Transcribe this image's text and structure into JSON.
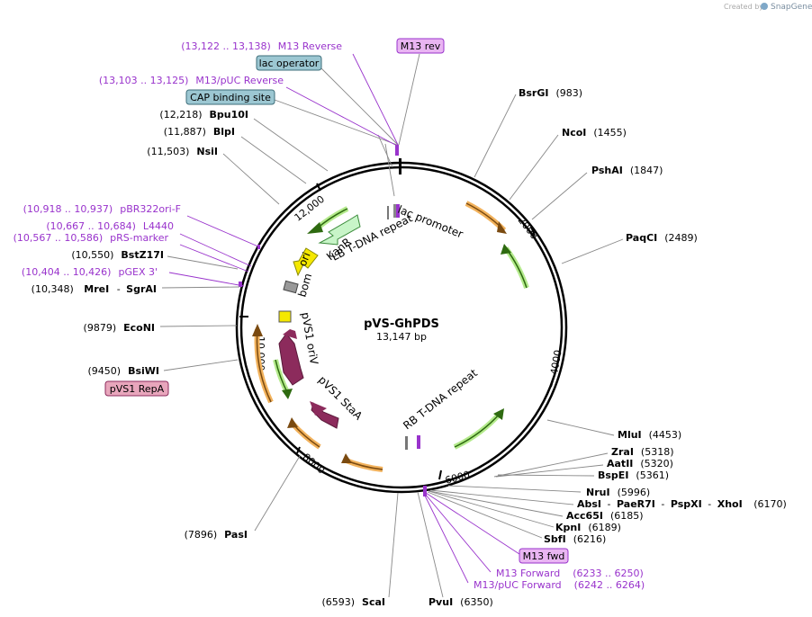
{
  "watermark": {
    "prefix": "Created by",
    "brand": "SnapGene"
  },
  "plasmid": {
    "name": "pVS-GhPDS",
    "length_label": "13,147 bp",
    "length_bp": 13147
  },
  "ticks": [
    {
      "bp": 2000,
      "label": "2000"
    },
    {
      "bp": 4000,
      "label": "4000"
    },
    {
      "bp": 6000,
      "label": "6000"
    },
    {
      "bp": 8000,
      "label": "8000"
    },
    {
      "bp": 10000,
      "label": "10,000"
    },
    {
      "bp": 12000,
      "label": "12,000"
    }
  ],
  "enzymes_right": [
    {
      "name": "BsrGI",
      "pos": "(983)"
    },
    {
      "name": "NcoI",
      "pos": "(1455)"
    },
    {
      "name": "PshAI",
      "pos": "(1847)"
    },
    {
      "name": "PaqCI",
      "pos": "(2489)"
    },
    {
      "name": "MluI",
      "pos": "(4453)"
    },
    {
      "name": "ZraI",
      "pos": "(5318)"
    },
    {
      "name": "AatII",
      "pos": "(5320)"
    },
    {
      "name": "BspEI",
      "pos": "(5361)"
    },
    {
      "name": "NruI",
      "pos": "(5996)"
    },
    {
      "name": "Acc65I",
      "pos": "(6185)"
    },
    {
      "name": "KpnI",
      "pos": "(6189)"
    },
    {
      "name": "SbfI",
      "pos": "(6216)"
    },
    {
      "name": "PvuI",
      "pos": "(6350)"
    }
  ],
  "enzyme_group": {
    "names": [
      "AbsI",
      "PaeR7I",
      "PspXI",
      "XhoI"
    ],
    "sep": "-",
    "pos": "(6170)"
  },
  "enzymes_left": [
    {
      "name": "Bpu10I",
      "pos": "(12,218)"
    },
    {
      "name": "BlpI",
      "pos": "(11,887)"
    },
    {
      "name": "NsiI",
      "pos": "(11,503)"
    },
    {
      "name": "BstZ17I",
      "pos": "(10,550)"
    },
    {
      "name": "EcoNI",
      "pos": "(9879)"
    },
    {
      "name": "BsiWI",
      "pos": "(9450)"
    },
    {
      "name": "PasI",
      "pos": "(7896)"
    },
    {
      "name": "ScaI",
      "pos": "(6593)"
    }
  ],
  "enzyme_pair": {
    "pos": "(10,348)",
    "first": "MreI",
    "sep": "-",
    "second": "SgrAI"
  },
  "primers_left": [
    {
      "pos": "(13,122 .. 13,138)",
      "name": "M13 Reverse"
    },
    {
      "pos": "(13,103 .. 13,125)",
      "name": "M13/pUC Reverse"
    },
    {
      "pos": "(10,918 .. 10,937)",
      "name": "pBR322ori-F"
    },
    {
      "pos": "(10,667 .. 10,684)",
      "name": "L4440"
    },
    {
      "pos": "(10,567 .. 10,586)",
      "name": "pRS-marker"
    },
    {
      "pos": "(10,404 .. 10,426)",
      "name": "pGEX 3'"
    }
  ],
  "primers_right": [
    {
      "name": "M13 Forward",
      "pos": "(6233 .. 6250)"
    },
    {
      "name": "M13/pUC Forward",
      "pos": "(6242 .. 6264)"
    }
  ],
  "boxed": [
    {
      "text": "M13 rev",
      "kind": "primer"
    },
    {
      "text": "lac operator",
      "kind": "feature"
    },
    {
      "text": "CAP binding site",
      "kind": "feature"
    },
    {
      "text": "pVS1 RepA",
      "kind": "pink"
    },
    {
      "text": "M13 fwd",
      "kind": "primer"
    }
  ],
  "features": [
    {
      "label": "lac promoter"
    },
    {
      "label": "LB T-DNA repeat"
    },
    {
      "label": "KanR"
    },
    {
      "label": "ori"
    },
    {
      "label": "bom"
    },
    {
      "label": "pVS1 oriV"
    },
    {
      "label": "pVS1 StaA"
    },
    {
      "label": "RB T-DNA repeat"
    }
  ],
  "colors": {
    "primer": "#9933cc",
    "feature_box": "#9cc7d2",
    "primer_box": "#e9b5f2",
    "pink_box": "#e8a6bc",
    "orange": "#f2b25c",
    "green": "#4a9a2a",
    "kanr": "#c8f5c8",
    "ori": "#f5e800",
    "bom": "#999999",
    "pvs1": "#8c2b5c"
  }
}
